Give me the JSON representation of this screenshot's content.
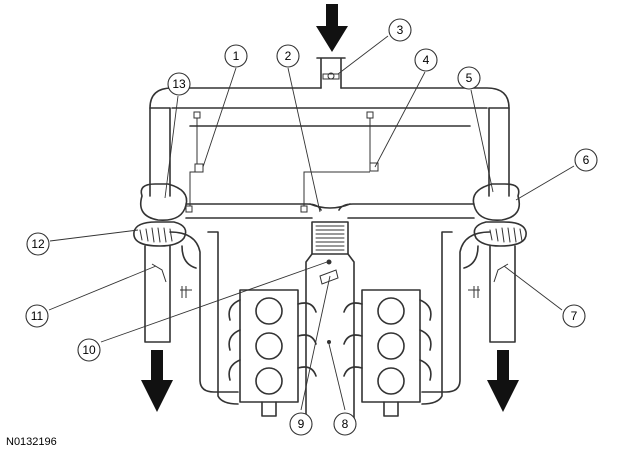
{
  "figure_id": "N0132196",
  "callouts": [
    {
      "label": "1"
    },
    {
      "label": "2"
    },
    {
      "label": "3"
    },
    {
      "label": "4"
    },
    {
      "label": "5"
    },
    {
      "label": "6"
    },
    {
      "label": "7"
    },
    {
      "label": "8"
    },
    {
      "label": "9"
    },
    {
      "label": "10"
    },
    {
      "label": "11"
    },
    {
      "label": "12"
    },
    {
      "label": "13"
    }
  ],
  "colors": {
    "line": "#333333",
    "fill": "#ffffff",
    "arrow": "#111111"
  }
}
